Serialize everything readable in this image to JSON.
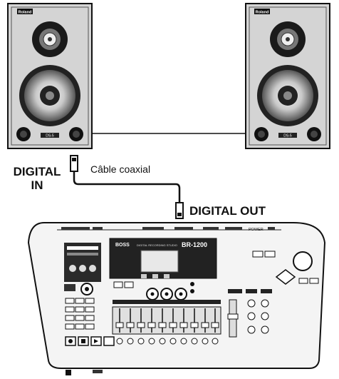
{
  "speakers": {
    "brand": "Roland",
    "model": "DS-5"
  },
  "connection": {
    "input_label_line1": "DIGITAL",
    "input_label_line2": "IN",
    "cable_label": "Câble coaxial",
    "output_label": "DIGITAL OUT"
  },
  "recorder": {
    "brand": "BOSS",
    "title": "DIGITAL RECORDING STUDIO",
    "model": "BR-1200",
    "power_label": "POWER"
  }
}
